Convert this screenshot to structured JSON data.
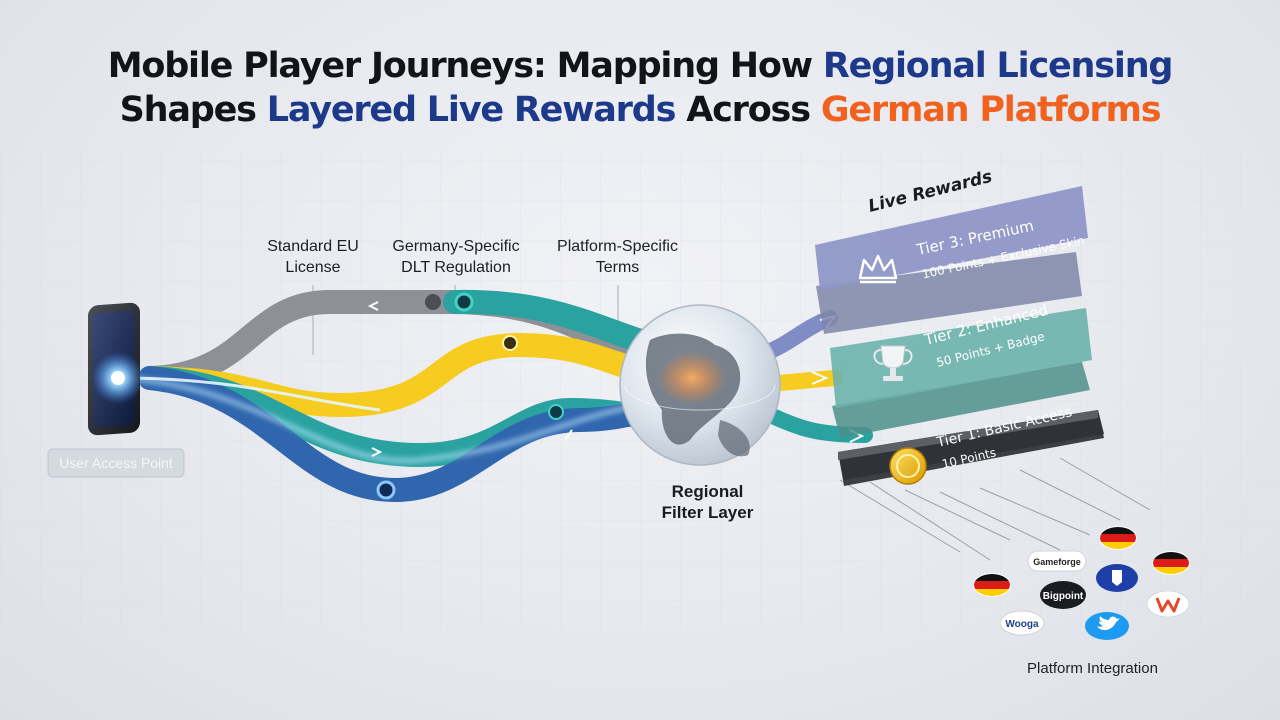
{
  "title": {
    "line1_a": "Mobile Player Journeys: Mapping How ",
    "line1_b": "Regional Licensing",
    "line2_a": "Shapes ",
    "line2_b": "Layered Live Rewards",
    "line2_c": " Across ",
    "line2_d": "German Platforms"
  },
  "labels": {
    "user_access": "User Access Point",
    "eu_license": [
      "Standard EU",
      "License"
    ],
    "dlt": [
      "Germany-Specific",
      "DLT Regulation"
    ],
    "platform_terms": [
      "Platform-Specific",
      "Terms"
    ],
    "regional_filter": [
      "Regional",
      "Filter Layer"
    ],
    "live_rewards": "Live Rewards",
    "platform_integration": "Platform Integration"
  },
  "tiers": [
    {
      "title": "Tier 3: Premium",
      "desc": "100 Points + Exclusive Skin"
    },
    {
      "title": "Tier 2: Enhanced",
      "desc": "50 Points + Badge"
    },
    {
      "title": "Tier 1: Basic Access",
      "desc": "10 Points"
    }
  ],
  "platforms": [
    "Gameforge",
    "Bigpoint",
    "Wooga"
  ],
  "icons": {
    "phone": "smartphone-icon",
    "globe": "globe-icon",
    "tier3": "crown-icon",
    "tier2": "trophy-icon",
    "tier1": "coin-icon",
    "logo_blue": "shield-logo-icon",
    "logo_twitter": "bird-logo-icon",
    "logo_w": "w-logo-icon",
    "flag": "german-flag-icon"
  },
  "colors": {
    "gray_path": "#8d9096",
    "yellow_path": "#f5cc1f",
    "teal_path": "#2aa3a0",
    "blue_path": "#2f66ad",
    "title_blue": "#1d3a8a",
    "title_orange": "#f0621e"
  }
}
